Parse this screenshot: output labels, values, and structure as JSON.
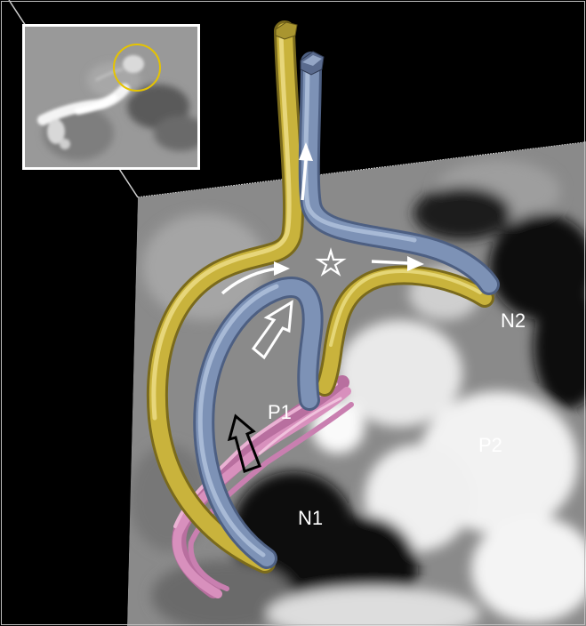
{
  "labels": {
    "p1": "P1",
    "p2": "P2",
    "n1": "N1",
    "n2": "N2"
  },
  "colors": {
    "gold_tube": "#c9b33c",
    "blue_tube": "#7d92b6",
    "pink_tubes": "#d890bd",
    "highlight_circle": "#e6c400",
    "annotation_arrows": "#ffffff"
  },
  "icons": {
    "center_marker": "star-outline-icon",
    "flow_arrows": "arrow-icon"
  }
}
